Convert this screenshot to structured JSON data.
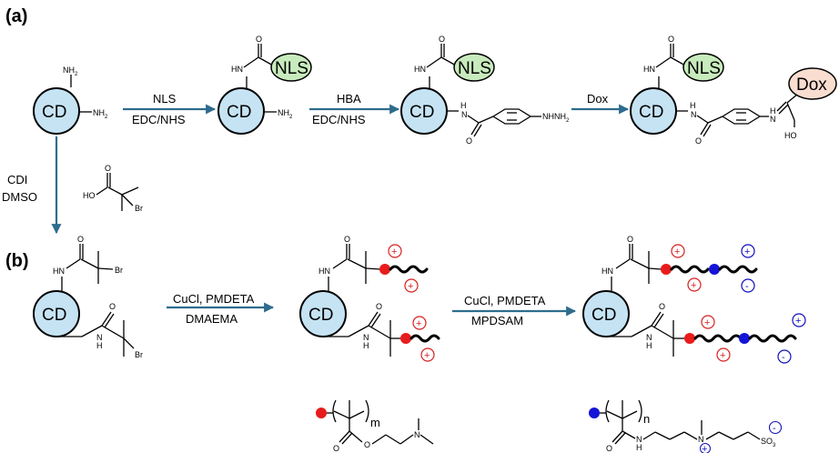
{
  "part_labels": {
    "a": "(a)",
    "b": "(b)"
  },
  "nanoparticle": {
    "label": "CD",
    "fill": "#c5e3f3"
  },
  "groups": {
    "nls": "NLS",
    "nls_fill": "#c8ebbd",
    "dox": "Dox",
    "dox_fill": "#f9ddd0"
  },
  "chemistry": {
    "nh2": "NH",
    "sub2": "2",
    "hn": "HN",
    "h": "H",
    "n": "N",
    "o": "O",
    "br": "Br",
    "ho": "HO",
    "ho_lower": "HO",
    "nhnh2": "NHNH",
    "so3": "SO",
    "sub3": "3"
  },
  "arrows": {
    "nls_top": "NLS",
    "nls_bottom": "EDC/NHS",
    "hba_top": "HBA",
    "hba_bottom": "EDC/NHS",
    "dox_top": "Dox",
    "cdi_top": "CDI",
    "cdi_bottom": "DMSO",
    "dmaema_top": "CuCl, PMDETA",
    "dmaema_bottom": "DMAEMA",
    "mpdsam_top": "CuCl, PMDETA",
    "mpdsam_bottom": "MPDSAM",
    "arrow_color": "#2e6c8e"
  },
  "charges": {
    "plus": "+",
    "minus": "-",
    "plus_color": "#d62020",
    "minus_color": "#1010c0"
  },
  "monomers": {
    "dmaema_subscript": "m",
    "mpdsam_subscript": "n",
    "dmaema_bead": "#e81c1c",
    "mpdsam_bead": "#1414d8"
  }
}
